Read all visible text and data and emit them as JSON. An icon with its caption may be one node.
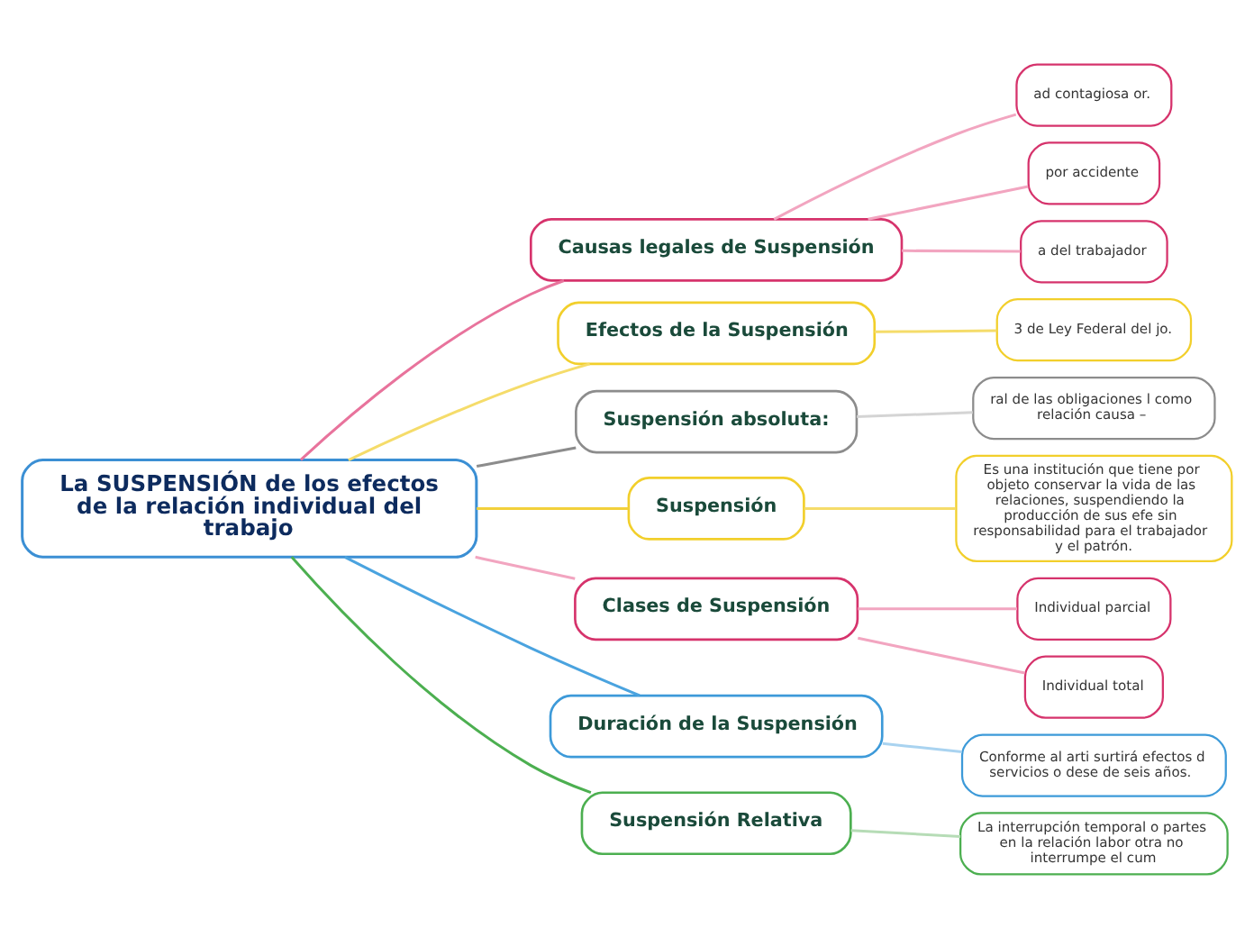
{
  "diagram": {
    "nodes": [
      {
        "text": [
          "La SUSPENSIÓN de los efectos de la relación individual del trabajo"
        ]
      },
      {
        "text": [
          "Causas legales de Suspensión"
        ]
      },
      {
        "text": [
          "ad contagiosa or."
        ]
      },
      {
        "text": [
          "por accidente"
        ]
      },
      {
        "text": [
          "a del trabajador"
        ]
      },
      {
        "text": [
          "Efectos de la Suspensión"
        ]
      },
      {
        "text": [
          "3 de Ley Federal del jo."
        ]
      },
      {
        "text": [
          "Suspensión absoluta:"
        ]
      },
      {
        "text": [
          "ral de las obligaciones l como relación causa –"
        ]
      },
      {
        "text": [
          "Suspensión"
        ]
      },
      {
        "text": [
          "Es una institución que tiene por objeto conservar la vida de las relaciones, suspendiendo la producción de sus efe sin responsabilidad para el trabajador y el patrón."
        ]
      },
      {
        "text": [
          "Clases de Suspensión"
        ]
      },
      {
        "text": [
          "Individual parcial"
        ]
      },
      {
        "text": [
          "Individual total"
        ]
      },
      {
        "text": [
          "Duración de la Suspensión"
        ]
      },
      {
        "text": [
          "Conforme al arti surtirá efectos d servicios o dese de seis años."
        ]
      },
      {
        "text": [
          "Suspensión Relativa"
        ]
      },
      {
        "text": [
          "La interrupción temporal o partes en la relación labor otra no interrumpe el cum"
        ]
      }
    ],
    "edges": [
      {
        "from": 0,
        "to": 1,
        "arrow": "none",
        "color": "#e8739c"
      },
      {
        "from": 1,
        "to": 2,
        "arrow": "none",
        "color": "#f2a5c0"
      },
      {
        "from": 1,
        "to": 3,
        "arrow": "none",
        "color": "#f2a5c0"
      },
      {
        "from": 1,
        "to": 4,
        "arrow": "none",
        "color": "#f2a5c0"
      },
      {
        "from": 0,
        "to": 5,
        "arrow": "none",
        "color": "#f5dc6a"
      },
      {
        "from": 5,
        "to": 6,
        "arrow": "none",
        "color": "#f5dc6a"
      },
      {
        "from": 0,
        "to": 7,
        "arrow": "none",
        "color": "#8c8c8c"
      },
      {
        "from": 7,
        "to": 8,
        "arrow": "none",
        "color": "#d4d4d4"
      },
      {
        "from": 0,
        "to": 9,
        "arrow": "none",
        "color": "#f2d03b"
      },
      {
        "from": 9,
        "to": 10,
        "arrow": "none",
        "color": "#f5dc6a"
      },
      {
        "from": 0,
        "to": 11,
        "arrow": "none",
        "color": "#f2a5c0"
      },
      {
        "from": 11,
        "to": 12,
        "arrow": "none",
        "color": "#f2a5c0"
      },
      {
        "from": 11,
        "to": 13,
        "arrow": "none",
        "color": "#f2a5c0"
      },
      {
        "from": 0,
        "to": 14,
        "arrow": "none",
        "color": "#4aa3df"
      },
      {
        "from": 14,
        "to": 15,
        "arrow": "none",
        "color": "#a9d3f0"
      },
      {
        "from": 0,
        "to": 16,
        "arrow": "none",
        "color": "#4caf50"
      },
      {
        "from": 16,
        "to": 17,
        "arrow": "none",
        "color": "#b6dcb6"
      }
    ]
  }
}
